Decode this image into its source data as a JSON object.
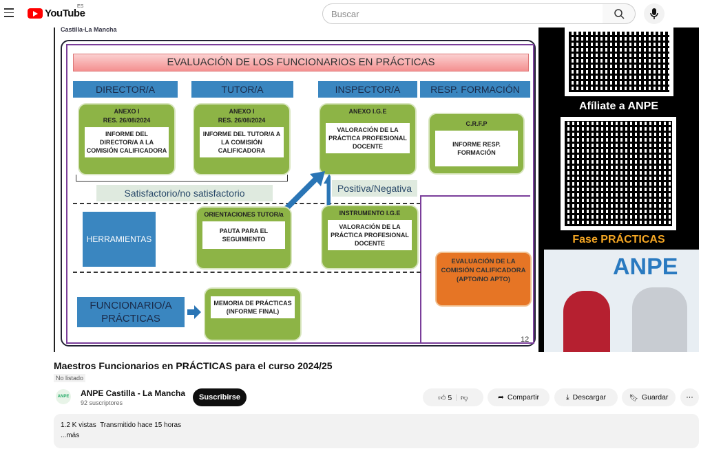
{
  "header": {
    "logo": "YouTube",
    "region": "ES",
    "search_placeholder": "Buscar"
  },
  "slide": {
    "top_label": "Castilla-La Mancha",
    "title": "EVALUACIÓN DE LOS FUNCIONARIOS EN PRÁCTICAS",
    "roles": [
      "DIRECTOR/A",
      "TUTOR/A",
      "INSPECTOR/A",
      "RESP. FORMACIÓN"
    ],
    "boxes": {
      "director": {
        "h1": "ANEXO I",
        "h2": "RES. 26/08/2024",
        "body": "INFORME DEL DIRECTOR/A A LA COMISIÓN CALIFICADORA"
      },
      "tutor": {
        "h1": "ANEXO I",
        "h2": "RES. 26/08/2024",
        "body": "INFORME DEL TUTOR/A A LA COMISIÓN CALIFICADORA"
      },
      "inspector": {
        "h1": "ANEXO I.G.E",
        "body": "VALORACIÓN DE LA PRÁCTICA PROFESIONAL DOCENTE"
      },
      "resp": {
        "h1": "C.R.F.P",
        "body": "INFORME RESP. FORMACIÓN"
      },
      "orient": {
        "h1": "ORIENTACIONES TUTOR/a",
        "body": "PAUTA PARA EL SEGUIMIENTO"
      },
      "instrumento": {
        "h1": "INSTRUMENTO I.G.E",
        "body": "VALORACIÓN DE LA PRÁCTICA PROFESIONAL DOCENTE"
      },
      "memoria": {
        "body": "MEMORIA DE PRÁCTICAS (INFORME FINAL)"
      }
    },
    "satisf": "Satisfactorio/no satisfactorio",
    "positiva": "Positiva/Negativa",
    "herramientas": "HERRAMIENTAS",
    "funcionario": "FUNCIONARIO/A PRÁCTICAS",
    "evaluacion": "EVALUACIÓN DE LA COMISIÓN CALIFICADORA (APTO/NO APTO)",
    "page": "12"
  },
  "side": {
    "afiliate": "Afíliate a ANPE",
    "fase": "Fase PRÁCTICAS",
    "cam_logo": "ANPE"
  },
  "video": {
    "title": "Maestros Funcionarios en PRÁCTICAS para el curso 2024/25",
    "visibility": "No listado",
    "channel": "ANPE Castilla - La Mancha",
    "subscribers": "92 suscriptores",
    "avatar": "ANPE",
    "subscribe": "Suscribirse",
    "likes": "5",
    "share": "Compartir",
    "download": "Descargar",
    "save": "Guardar",
    "views": "1.2 K vistas  Transmitido hace 15 horas",
    "more": "...más"
  }
}
